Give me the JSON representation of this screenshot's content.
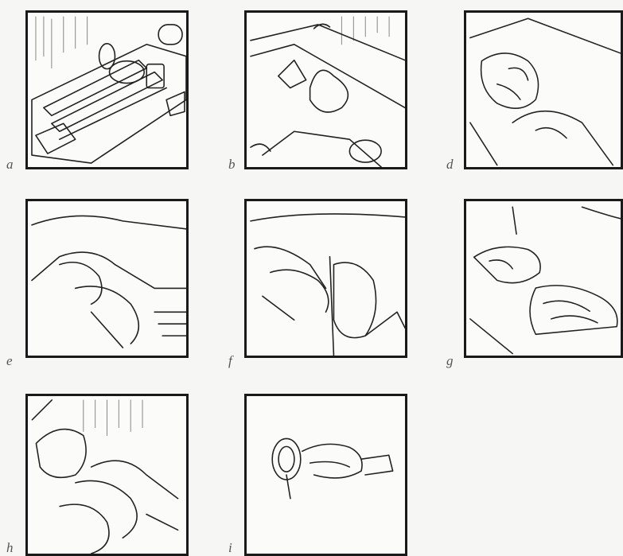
{
  "figure": {
    "panel_labels": [
      "a",
      "b",
      "d",
      "e",
      "f",
      "g",
      "h",
      "i"
    ]
  }
}
